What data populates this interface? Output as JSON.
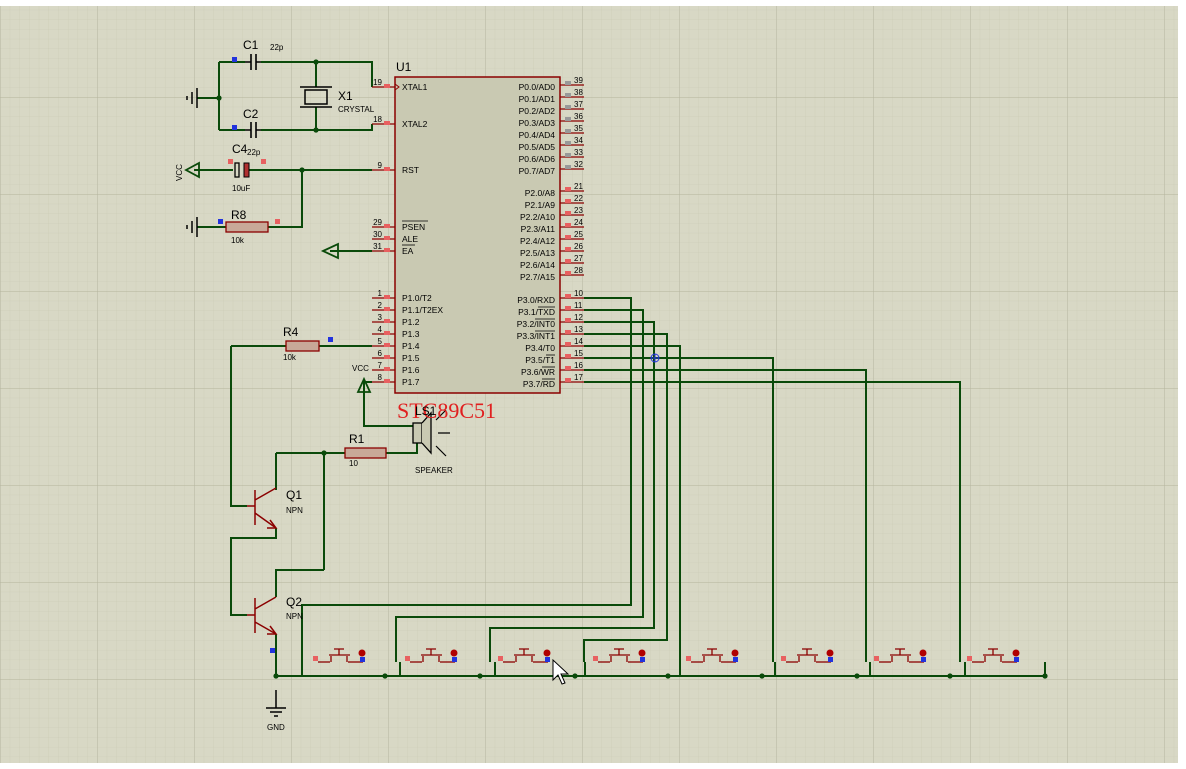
{
  "colors": {
    "sheet": "#d8d8c5",
    "grid": "#c4c4ad",
    "wire": "#0a4a0a",
    "pin": "#8b0000",
    "body": "#c9c9b2",
    "label": "#000000",
    "title": "#e02020",
    "pad_red": "#e86060",
    "pad_blue": "#2233dd",
    "pad_gray": "#999999"
  },
  "mcu": {
    "ref": "U1",
    "name": "STC89C51",
    "left_pins": [
      {
        "num": "19",
        "name": "XTAL1"
      },
      {
        "num": "18",
        "name": "XTAL2"
      },
      {
        "num": "9",
        "name": "RST"
      },
      {
        "num": "29",
        "name": "PSEN"
      },
      {
        "num": "30",
        "name": "ALE"
      },
      {
        "num": "31",
        "name": "EA"
      },
      {
        "num": "1",
        "name": "P1.0/T2"
      },
      {
        "num": "2",
        "name": "P1.1/T2EX"
      },
      {
        "num": "3",
        "name": "P1.2"
      },
      {
        "num": "4",
        "name": "P1.3"
      },
      {
        "num": "5",
        "name": "P1.4"
      },
      {
        "num": "6",
        "name": "P1.5"
      },
      {
        "num": "7",
        "name": "P1.6"
      },
      {
        "num": "8",
        "name": "P1.7"
      }
    ],
    "right_pins": [
      {
        "num": "39",
        "name": "P0.0/AD0"
      },
      {
        "num": "38",
        "name": "P0.1/AD1"
      },
      {
        "num": "37",
        "name": "P0.2/AD2"
      },
      {
        "num": "36",
        "name": "P0.3/AD3"
      },
      {
        "num": "35",
        "name": "P0.4/AD4"
      },
      {
        "num": "34",
        "name": "P0.5/AD5"
      },
      {
        "num": "33",
        "name": "P0.6/AD6"
      },
      {
        "num": "32",
        "name": "P0.7/AD7"
      },
      {
        "num": "21",
        "name": "P2.0/A8"
      },
      {
        "num": "22",
        "name": "P2.1/A9"
      },
      {
        "num": "23",
        "name": "P2.2/A10"
      },
      {
        "num": "24",
        "name": "P2.3/A11"
      },
      {
        "num": "25",
        "name": "P2.4/A12"
      },
      {
        "num": "26",
        "name": "P2.5/A13"
      },
      {
        "num": "27",
        "name": "P2.6/A14"
      },
      {
        "num": "28",
        "name": "P2.7/A15"
      },
      {
        "num": "10",
        "name": "P3.0/RXD"
      },
      {
        "num": "11",
        "name": "P3.1/TXD"
      },
      {
        "num": "12",
        "name": "P3.2/INT0"
      },
      {
        "num": "13",
        "name": "P3.3/INT1"
      },
      {
        "num": "14",
        "name": "P3.4/T0"
      },
      {
        "num": "15",
        "name": "P3.5/T1"
      },
      {
        "num": "16",
        "name": "P3.6/WR"
      },
      {
        "num": "17",
        "name": "P3.7/RD"
      }
    ]
  },
  "components": {
    "c1_ref": "C1",
    "c1_val": "22p",
    "c2_ref": "C2",
    "c2_val": "22p",
    "x1_ref": "X1",
    "x1_val": "CRYSTAL",
    "c4_ref": "C4",
    "c4_val": "10uF",
    "r8_ref": "R8",
    "r8_val": "10k",
    "r4_ref": "R4",
    "r4_val": "10k",
    "r1_ref": "R1",
    "r1_val": "10",
    "ls1_ref": "LS1",
    "ls1_val": "SPEAKER",
    "q1_ref": "Q1",
    "q1_val": "NPN",
    "q2_ref": "Q2",
    "q2_val": "NPN"
  },
  "power": {
    "vcc_left": "VCC",
    "vcc_mid": "VCC",
    "gnd": "GND"
  },
  "buttons_count": 8
}
